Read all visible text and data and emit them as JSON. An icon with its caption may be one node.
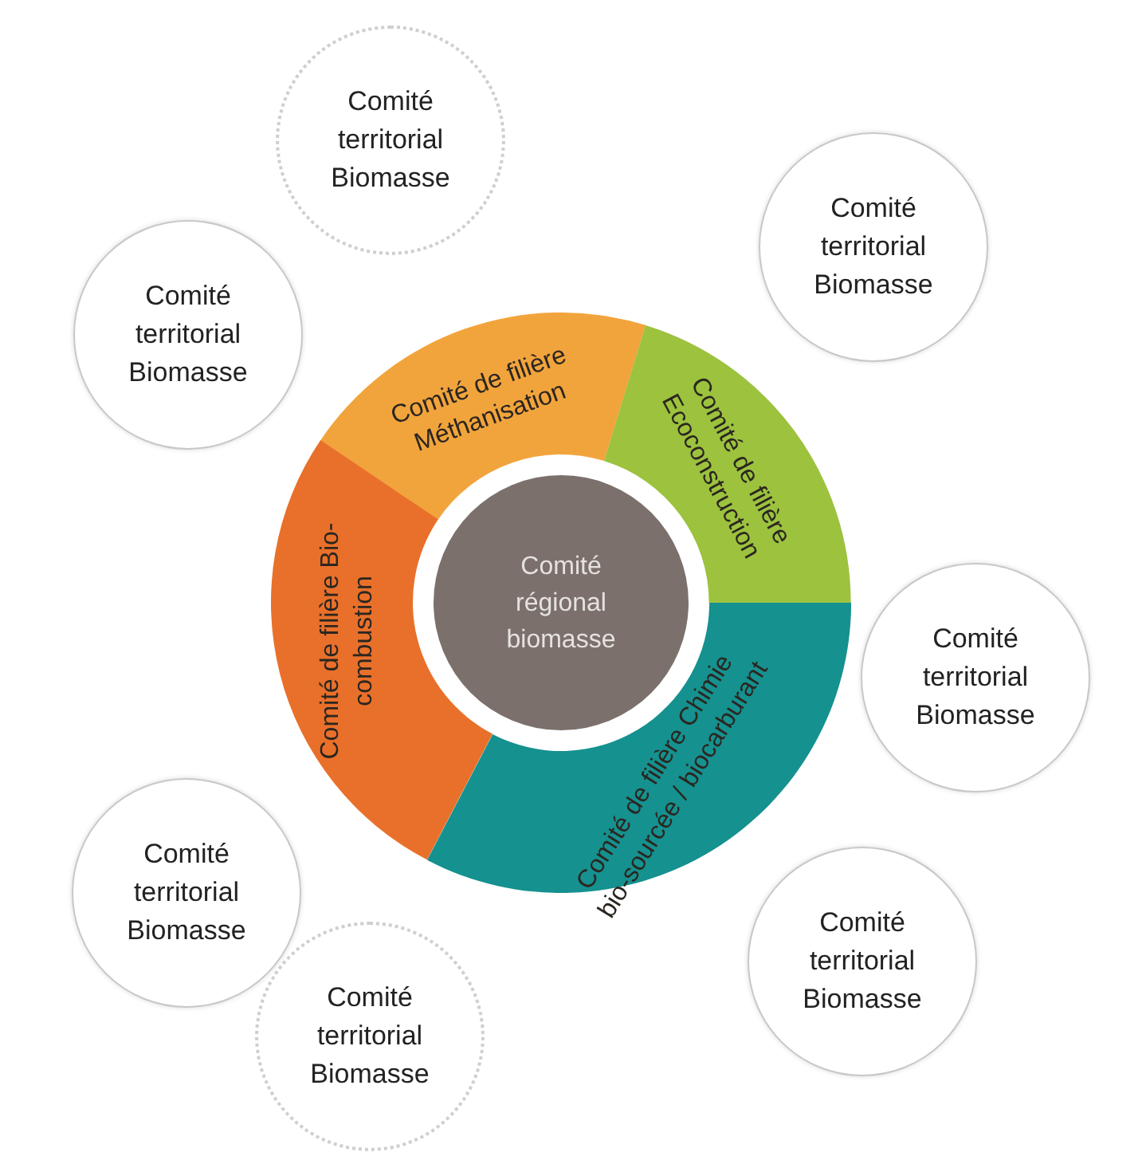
{
  "diagram": {
    "nodes": [
      {
        "text": [
          "Comité territorial Biomasse"
        ]
      },
      {
        "text": [
          "Comité territorial Biomasse"
        ]
      },
      {
        "text": [
          "Comité territorial Biomasse"
        ]
      },
      {
        "text": [
          "Comité de filière Méthanisation"
        ]
      },
      {
        "text": [
          "Comité de filière Ecoconstruction"
        ]
      },
      {
        "text": [
          "Comité de filière Bio-combustion"
        ]
      },
      {
        "text": [
          "Comité régional biomasse"
        ]
      },
      {
        "text": [
          "Comité territorial Biomasse"
        ]
      },
      {
        "text": [
          "Comité de filière Chimie bio-sourcée / biocarburant"
        ]
      },
      {
        "text": [
          "Comité territorial Biomasse"
        ]
      },
      {
        "text": [
          "Comité territorial Biomasse"
        ]
      },
      {
        "text": [
          "Comité territorial Biomasse"
        ]
      }
    ],
    "edges": []
  }
}
